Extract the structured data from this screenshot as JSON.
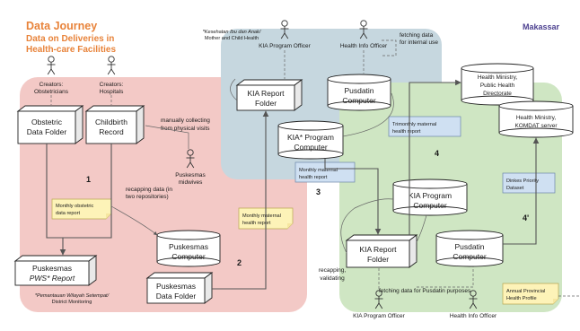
{
  "header": {
    "title": "Data Journey",
    "subtitle_line1": "Data on Deliveries in",
    "subtitle_line2": "Health-care Facilities",
    "city": "Makassar"
  },
  "actors": {
    "obstetricians": [
      "Creators:",
      "Obstetricians"
    ],
    "hospitals": [
      "Creators:",
      "Hospitals"
    ],
    "midwives": [
      "Puskesmas",
      "midwives"
    ],
    "kia_officer_top": "KIA Program Officer",
    "info_officer_top": "Health Info Officer",
    "kia_officer_bottom": "KIA Program Officer",
    "info_officer_bottom": "Health Info Officer"
  },
  "annotations": {
    "kesehatan": [
      "*Kesehatan Ibu dan Anak/",
      "Mother and Child Health"
    ],
    "fetch_internal": [
      "fetching data",
      "for internal use"
    ],
    "manual_collect": [
      "manually collecting",
      "from physical visits"
    ],
    "recap_two": [
      "recapping data (in",
      "two repositories)"
    ],
    "pws_note": [
      "*Pemantauan Wilayah Setempat/",
      "District Monitoring"
    ],
    "recap_validate": [
      "recapping,",
      "validating"
    ],
    "fetch_pusdatin": "fetching data for Pusdatin purposes"
  },
  "nodes": {
    "obstetric_folder": [
      "Obstetric",
      "Data Folder"
    ],
    "childbirth_record": [
      "Childbirth",
      "Record"
    ],
    "pws_report": [
      "Puskesmas",
      "PWS* Report"
    ],
    "pkm_computer": [
      "Puskesmas",
      "Computer"
    ],
    "pkm_folder": [
      "Puskesmas",
      "Data Folder"
    ],
    "kia_folder_top": [
      "KIA Report",
      "Folder"
    ],
    "pusdatin_top": [
      "Pusdatin",
      "Computer"
    ],
    "kia_computer_mid": [
      "KIA* Program",
      "Computer"
    ],
    "ministry_directorate": [
      "Health Ministry,",
      "Public Health",
      "Directorate"
    ],
    "ministry_komdat": [
      "Health Ministry,",
      "KOMDAT server"
    ],
    "kia_computer_right": [
      "KIA Program",
      "Computer"
    ],
    "kia_folder_bottom": [
      "KIA Report",
      "Folder"
    ],
    "pusdatin_bottom": [
      "Pusdatin",
      "Computer"
    ]
  },
  "notes": {
    "monthly_obstetric": [
      "Monthly obstetric",
      "data report"
    ],
    "monthly_maternal_yellow": [
      "Monthly maternal",
      "health report"
    ],
    "monthly_maternal_blue": [
      "Monthly maternal",
      "health report"
    ],
    "trimonthly": [
      "Trimonthly maternal",
      "health report"
    ],
    "dinkes_priority": [
      "Dinkes Priority",
      "Dataset"
    ],
    "annual_provincial": [
      "Annual Provincial",
      "Health Profile"
    ]
  },
  "steps": [
    "1",
    "2",
    "3",
    "4",
    "4'"
  ],
  "colors": {
    "pink_zone": "#f3c9c6",
    "blue_zone": "#c6d7df",
    "green_zone": "#cfe6c3",
    "title": "#e8833a",
    "city": "#4b3f8f"
  }
}
